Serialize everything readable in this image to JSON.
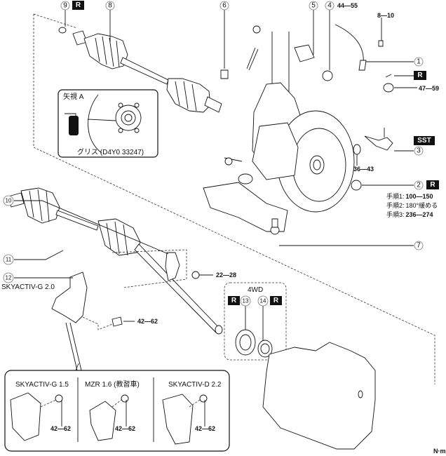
{
  "diagram": {
    "title": "Front drive shaft exploded view",
    "unit_label": "N·m",
    "callouts": [
      {
        "id": "1",
        "label": "①"
      },
      {
        "id": "2",
        "label": "②",
        "badge": "R"
      },
      {
        "id": "3",
        "label": "③",
        "badge": "SST"
      },
      {
        "id": "4",
        "label": "④",
        "torque": "44—55"
      },
      {
        "id": "5",
        "label": "⑤"
      },
      {
        "id": "6",
        "label": "⑥"
      },
      {
        "id": "7",
        "label": "⑦"
      },
      {
        "id": "8",
        "label": "⑧"
      },
      {
        "id": "9",
        "label": "⑨",
        "badge": "R"
      },
      {
        "id": "10",
        "label": "⑩"
      },
      {
        "id": "11",
        "label": "⑪"
      },
      {
        "id": "12",
        "label": "⑫"
      },
      {
        "id": "13",
        "label": "⑬",
        "badge": "R"
      },
      {
        "id": "14",
        "label": "⑭",
        "badge": "R"
      }
    ],
    "torques": {
      "sensor_bolt": "8—10",
      "nut_4": "44—55",
      "tie_rod_nut": "47—59",
      "washer": "36—43",
      "bracket_bolt": "22—28",
      "mount_bolt": "42—62"
    },
    "badges": {
      "reuse": "R",
      "sst": "SST"
    },
    "hub_nut_steps": [
      {
        "step": "手順1:",
        "value": "100—150"
      },
      {
        "step": "手順2:",
        "value": "180°緩める"
      },
      {
        "step": "手順3:",
        "value": "236—274"
      }
    ],
    "inset_view": {
      "title": "矢視 A",
      "caption": "グリス (D4Y0 33247)"
    },
    "labels": {
      "skyactiv_g20": "SKYACTIV-G 2.0",
      "fwd4": "4WD"
    },
    "variants": [
      {
        "name": "SKYACTIV-G 1.5",
        "torque": "42—62"
      },
      {
        "name": "MZR 1.6 (教習車)",
        "torque": "42—62"
      },
      {
        "name": "SKYACTIV-D 2.2",
        "torque": "42—62"
      }
    ]
  }
}
